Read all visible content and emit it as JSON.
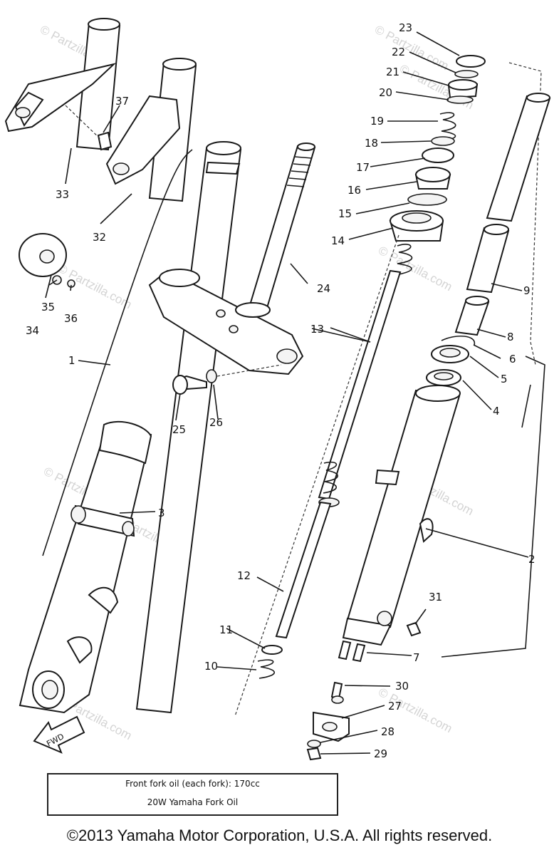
{
  "watermarks": [
    "© Partzilla.com",
    "© Partzilla.com",
    "© Partzilla.com",
    "© Partzilla.com",
    "© Partzilla.com",
    "© Partzilla.com",
    "© Partzilla.com",
    "© Partzilla.com",
    "© Partzilla.com",
    "© Partzilla.com"
  ],
  "callouts": [
    "1",
    "2",
    "3",
    "4",
    "5",
    "6",
    "7",
    "8",
    "9",
    "10",
    "11",
    "12",
    "13",
    "14",
    "15",
    "16",
    "17",
    "18",
    "19",
    "20",
    "21",
    "22",
    "23",
    "24",
    "25",
    "26",
    "27",
    "28",
    "29",
    "30",
    "31",
    "32",
    "33",
    "34",
    "35",
    "36",
    "37"
  ],
  "fwd_label": "FWD",
  "note": {
    "line1": "Front fork oil (each fork): 170cc",
    "line2": "20W Yamaha Fork Oil"
  },
  "copyright": "©2013 Yamaha Motor Corporation, U.S.A. All rights reserved."
}
